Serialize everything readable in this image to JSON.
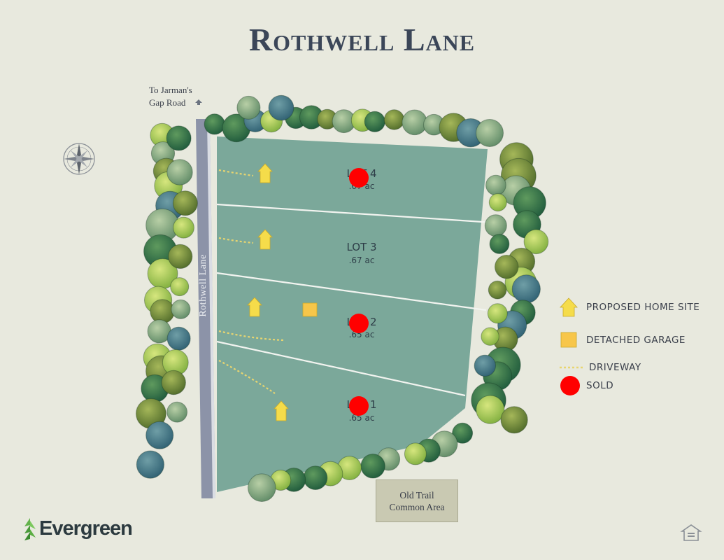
{
  "title": "Rothwell Lane",
  "road_label": {
    "line1": "To Jarman's",
    "line2": "Gap Road"
  },
  "street_name": "Rothwell Lane",
  "lots": [
    {
      "name": "LOT 4",
      "size": ".67 ac",
      "sold": true
    },
    {
      "name": "LOT 3",
      "size": ".67 ac",
      "sold": false
    },
    {
      "name": "LOT 2",
      "size": ".65 ac",
      "sold": true
    },
    {
      "name": "LOT 1",
      "size": ".65 ac",
      "sold": true
    }
  ],
  "legend": {
    "home_site": "PROPOSED HOME SITE",
    "garage": "DETACHED GARAGE",
    "driveway": "DRIVEWAY",
    "sold": "SOLD"
  },
  "common_area": {
    "line1": "Old Trail",
    "line2": "Common Area"
  },
  "brand": "Evergreen",
  "colors": {
    "background": "#e8e9de",
    "lot_fill": "#7ba89a",
    "road": "#8c93a8",
    "sold": "#ff0000",
    "marker": "#f5dc4a",
    "tree_dark": "#2f6d4a",
    "tree_light": "#9cc45a"
  },
  "icons": [
    "compass-rose-icon",
    "arrow-up-icon",
    "evergreen-logo-icon",
    "equal-housing-icon"
  ]
}
